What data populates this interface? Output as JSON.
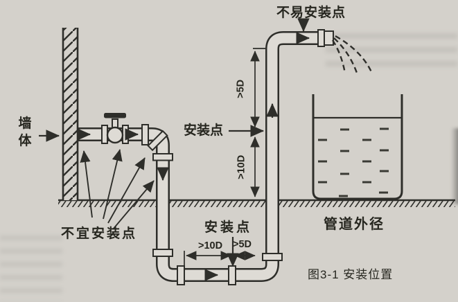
{
  "figure": {
    "caption": "图3-1 安装位置",
    "labels": {
      "wall": "墙体",
      "unsuitable_points": "不宜安装点",
      "difficult_point": "不易安装点",
      "install_point_riser": "安装点",
      "install_point_bottom": "安装点",
      "pipe_od": "管道外径"
    },
    "dimensions": {
      "riser_downstream": ">5D",
      "riser_upstream": ">10D",
      "bottom_upstream": ">10D",
      "bottom_downstream": ">5D"
    },
    "colors": {
      "paper": "#d4d1cb",
      "ink": "#2e2e2a",
      "pipe_fill": "#dedbd5"
    }
  }
}
